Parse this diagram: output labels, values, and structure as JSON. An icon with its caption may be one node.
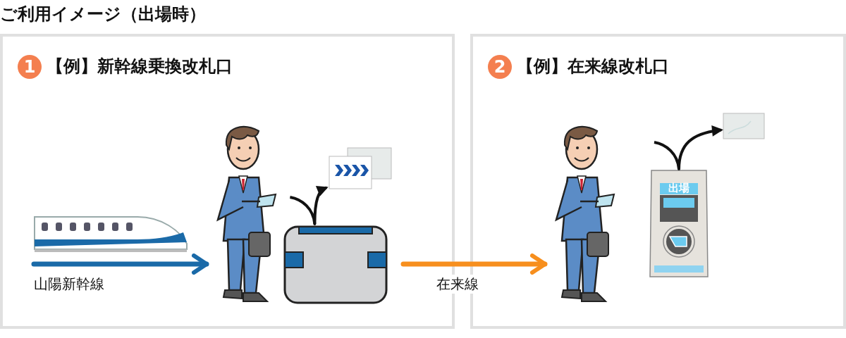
{
  "diagram": {
    "title": "ご利用イメージ（出場時）",
    "nodes": [
      {
        "text": [
          "1",
          "【例】新幹線乗換改札口"
        ]
      },
      {
        "text": [
          "2",
          "【例】在来線改札口"
        ]
      },
      {
        "text": [],
        "shape": "picture",
        "in": 0
      },
      {
        "text": [],
        "shape": "person",
        "in": 0
      },
      {
        "text": [],
        "shape": "picture",
        "in": 0
      },
      {
        "text": [],
        "shape": "picture",
        "in": 0
      },
      {
        "text": [],
        "shape": "person",
        "in": 1
      },
      {
        "text": [
          "出場"
        ],
        "in": 1
      },
      {
        "text": [],
        "shape": "picture",
        "in": 1
      }
    ],
    "edges": [
      {
        "from": null,
        "to": 3,
        "arrow": "to",
        "color": "#1a6aa8",
        "label": "山陽新幹線"
      },
      {
        "from": null,
        "to": 6,
        "arrow": "to",
        "color": "#f78f1e",
        "label": "在来線"
      },
      {
        "from": 4,
        "to": 5,
        "arrow": "to"
      },
      {
        "from": 7,
        "to": 8,
        "arrow": "to"
      }
    ]
  }
}
